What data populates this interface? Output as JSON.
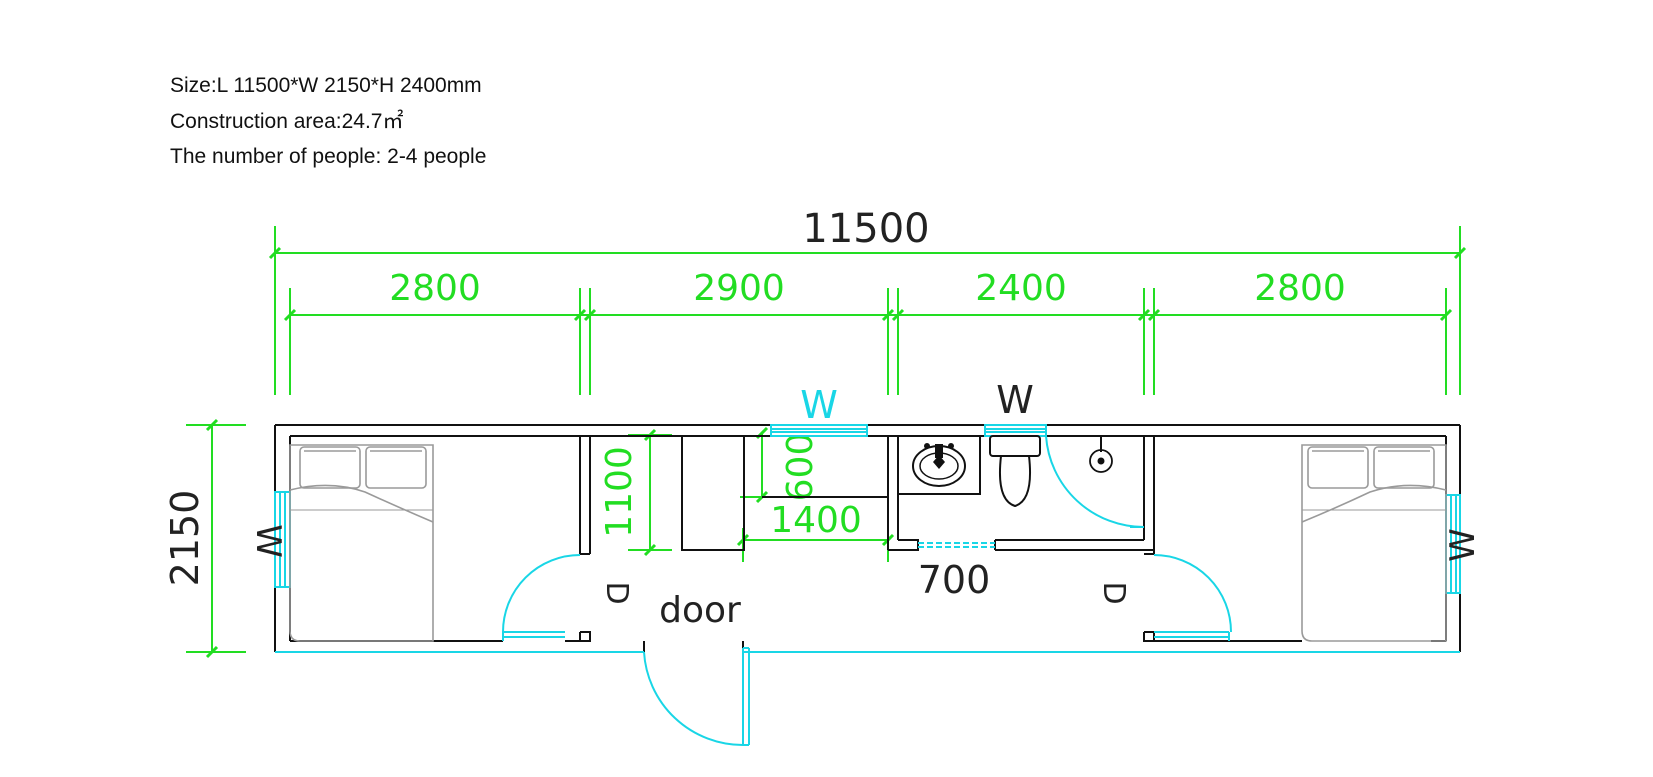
{
  "specs": {
    "size": "Size:L 11500*W 2150*H 2400mm",
    "area": "Construction area:24.7㎡",
    "people": "The number of people: 2-4 people"
  },
  "dimensions": {
    "total_length": "11500",
    "segment_1": "2800",
    "segment_2": "2900",
    "segment_3": "2400",
    "segment_4": "2800",
    "width": "2150",
    "wardrobe_depth": "1100",
    "counter_depth": "600",
    "counter_length": "1400",
    "bath_door": "700"
  },
  "labels": {
    "window_left": "W",
    "window_right": "W",
    "window_top_cyan": "W",
    "window_top_bath": "W",
    "door_left": "D",
    "door_right": "D",
    "entry_door": "door"
  },
  "colors": {
    "dimension": "#22dd22",
    "wall": "#111111",
    "window_door": "#19d6e6",
    "furniture": "#9a9a9a"
  }
}
